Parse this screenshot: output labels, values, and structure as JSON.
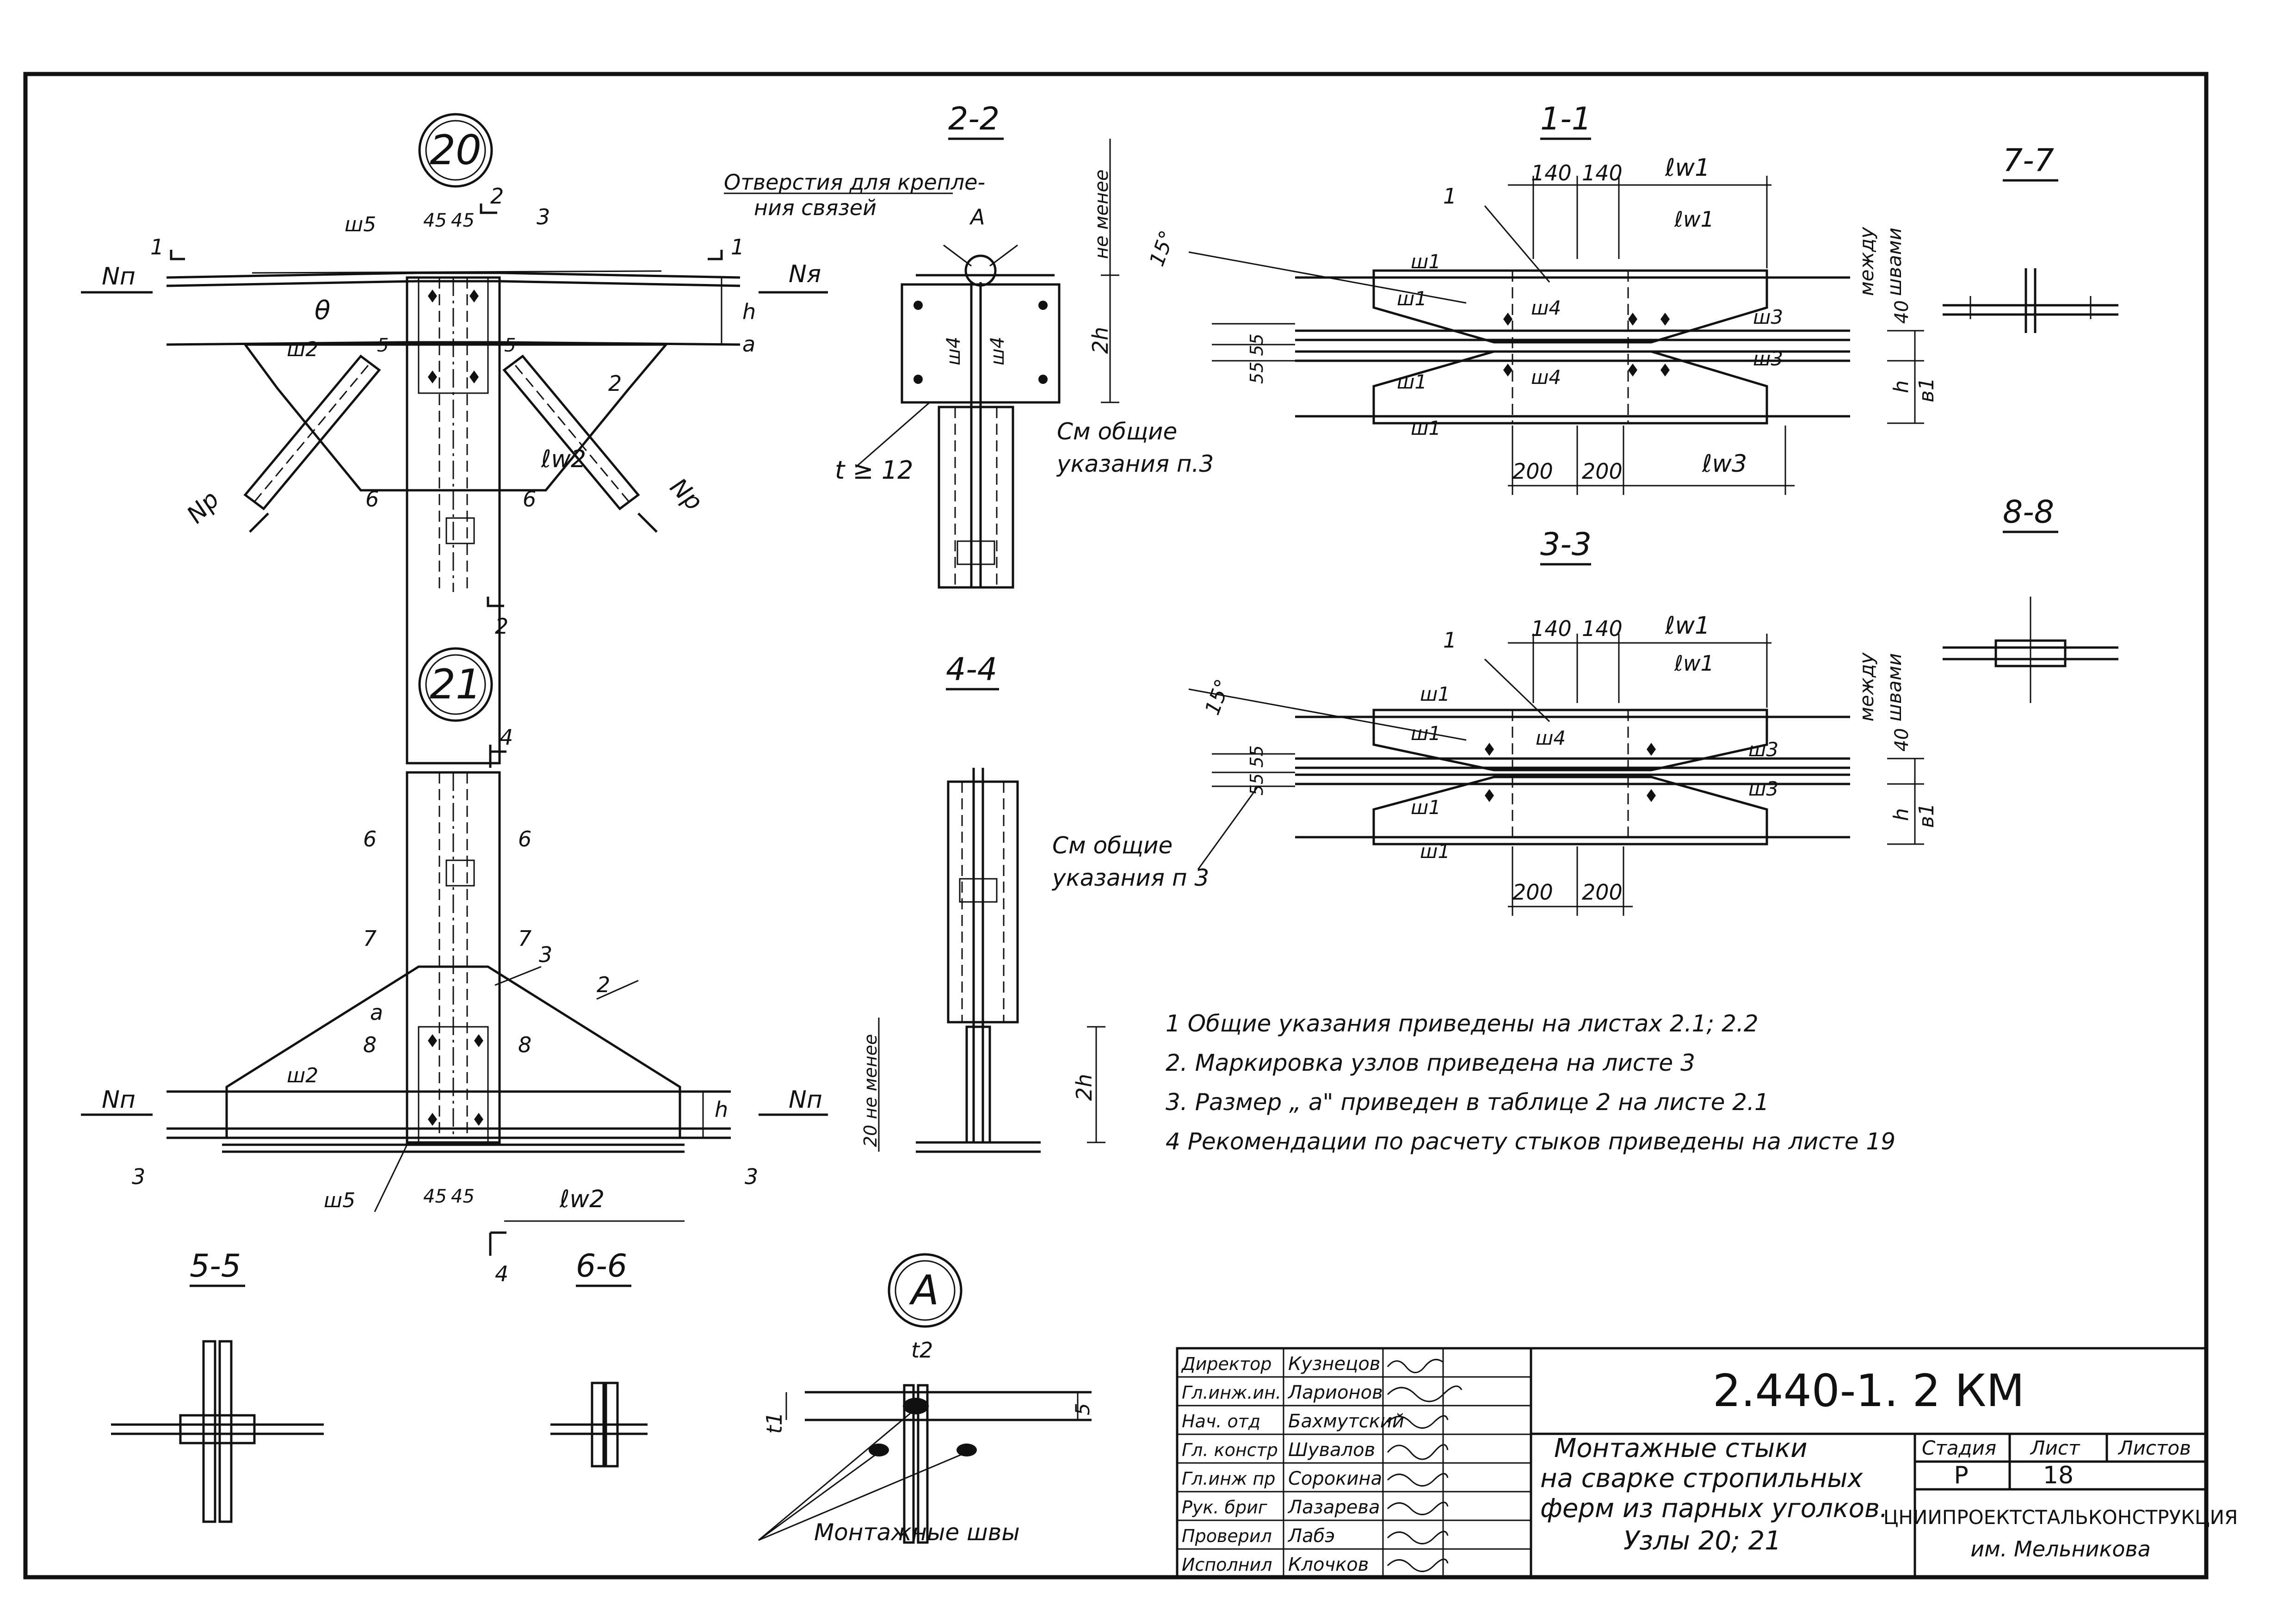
{
  "nodes": {
    "node20": "20",
    "node21": "21",
    "nodeA": "A"
  },
  "sections": {
    "s22": "2-2",
    "s11": "1-1",
    "s77": "7-7",
    "s88": "8-8",
    "s33": "3-3",
    "s44": "4-4",
    "s55": "5-5",
    "s66": "6-6"
  },
  "labels": {
    "Nn": "Nп",
    "Na": "Nя",
    "Np": "Nр",
    "holes_line1": "Отверстия для крепле-",
    "holes_line2": "ния связей",
    "ne_menee": "не менее",
    "t12": "t ≥ 12",
    "see_common_1": "См общие",
    "see_common_2": "указания п.3",
    "see_common_3": "См общие",
    "see_common_4": "указания п 3",
    "mezhdu_1": "между",
    "mezhdu_2": "швами",
    "ne_menee_20": "20 не менее",
    "montazh": "Монтажные швы",
    "w1": "ш1",
    "w2": "ш2",
    "w3": "ш3",
    "w4": "ш4",
    "w5": "ш5",
    "lw1": "ℓw1",
    "lw2": "ℓw2",
    "lw3": "ℓw3",
    "h": "h",
    "h2": "2h",
    "a": "a",
    "b1": "в1",
    "t1": "t1",
    "t2": "t2",
    "deg15": "15°",
    "d45": "45",
    "d140": "140",
    "d200": "200",
    "d40": "40",
    "d55": "55 55",
    "d5": "5",
    "theta": "θ"
  },
  "notes": [
    "1  Общие  указания  приведены  на листах 2.1; 2.2",
    "2.  Маркировка  узлов  приведена  на листе 3",
    "3.  Размер „ а\"  приведен  в таблице 2  на листе 2.1",
    "4  Рекомендации  по расчету  стыков  приведены  на листе 19"
  ],
  "title_block": {
    "code": "2.440-1. 2 КМ",
    "description": [
      "Монтажные  стыки",
      "на сварке  стропильных",
      "ферм из парных уголков.",
      "Узлы 20; 21"
    ],
    "stage_header": "Стадия",
    "sheet_header": "Лист",
    "sheets_header": "Листов",
    "stage": "Р",
    "sheet": "18",
    "sheets": "",
    "org_line1": "ЦНИИПРОЕКТСТАЛЬКОНСТРУКЦИЯ",
    "org_line2": "им. Мельникова",
    "people": [
      {
        "role": "Директор",
        "name": "Кузнецов"
      },
      {
        "role": "Гл.инж.ин.",
        "name": "Ларионов"
      },
      {
        "role": "Нач. отд",
        "name": "Бахмутский"
      },
      {
        "role": "Гл. констр",
        "name": "Шувалов"
      },
      {
        "role": "Гл.инж пр",
        "name": "Сорокина"
      },
      {
        "role": "Рук. бриг",
        "name": "Лазарева"
      },
      {
        "role": "Проверил",
        "name": "Лабэ"
      },
      {
        "role": "Исполнил",
        "name": "Клочков"
      }
    ]
  }
}
